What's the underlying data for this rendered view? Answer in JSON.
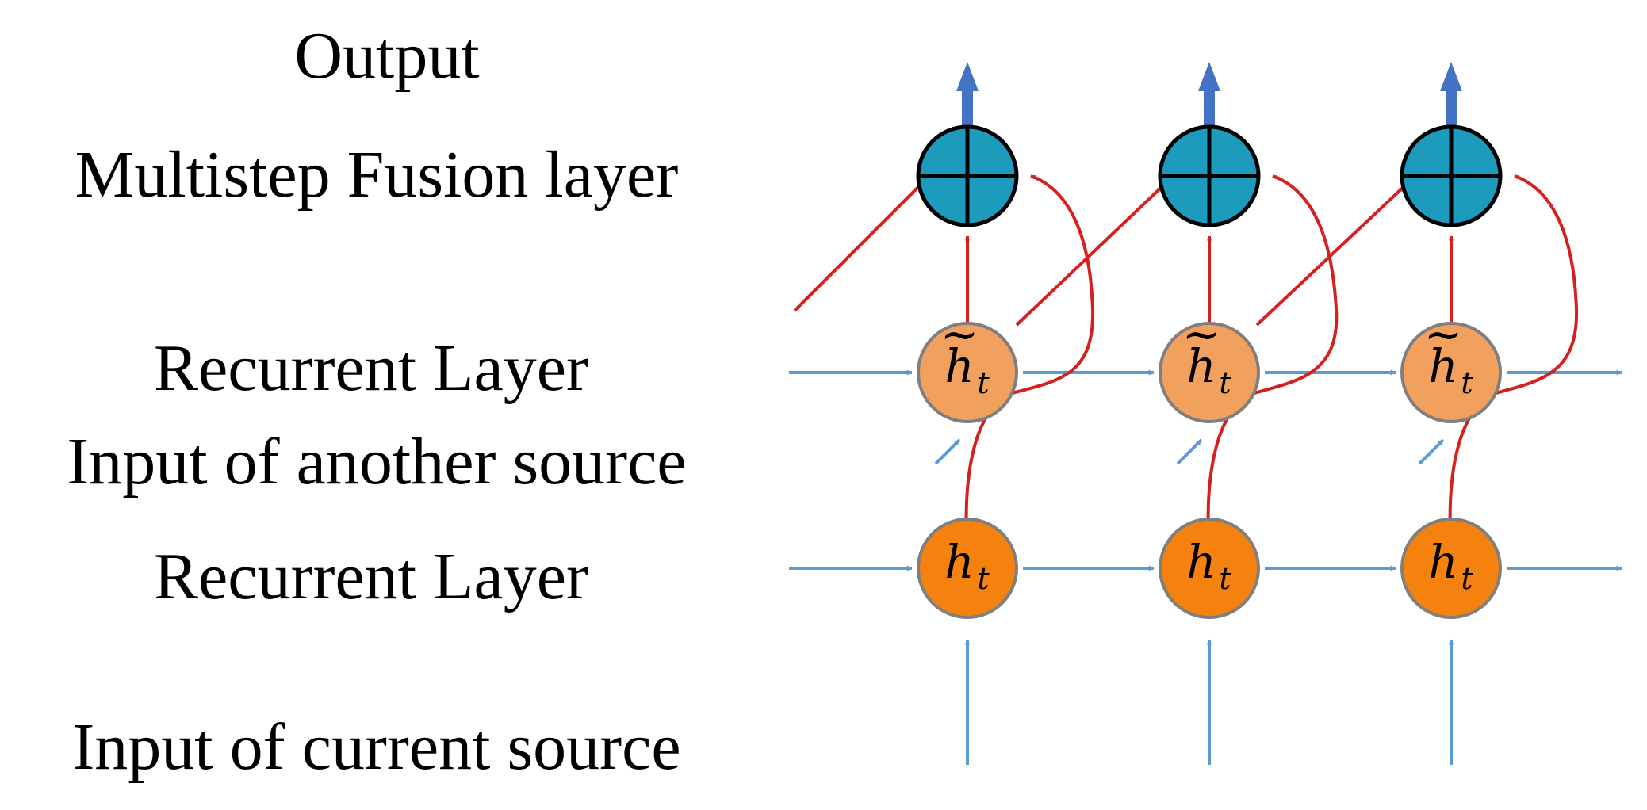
{
  "labels": {
    "output": "Output",
    "fusion": "Multistep Fusion layer",
    "recurrent_top": "Recurrent Layer",
    "input_another": "Input of another source",
    "recurrent_bottom": "Recurrent Layer",
    "input_current": "Input of current source"
  },
  "nodes": {
    "fusion_symbol": "⊕",
    "hidden_tilde_var": "h",
    "hidden_tilde_mark": "~",
    "hidden_var": "h",
    "subscript": "t"
  },
  "colors": {
    "fusion_fill": "#1d9bbd",
    "tilde_fill": "#f2a05e",
    "hidden_fill": "#f5820f",
    "recurrent_arrow": "#5b9bd5",
    "skip_arrow": "#d62020",
    "output_arrow": "#4472c4"
  }
}
